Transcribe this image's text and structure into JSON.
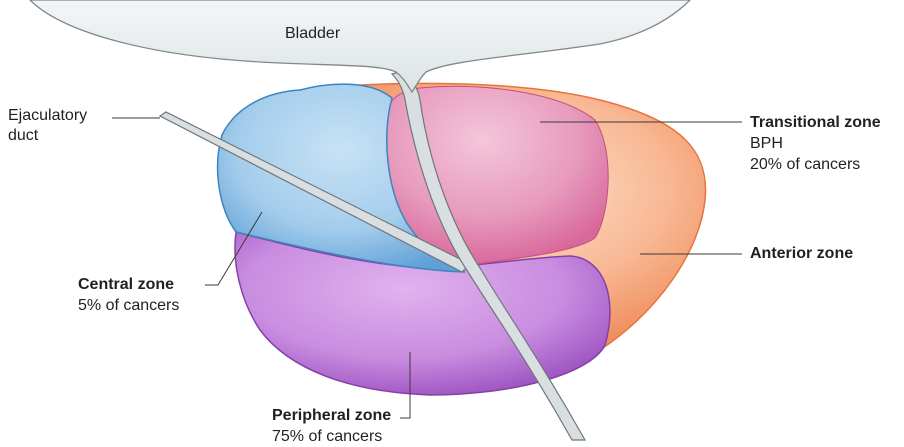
{
  "bladder": {
    "label": "Bladder"
  },
  "ejaculatory_duct": {
    "label_line1": "Ejaculatory",
    "label_line2": "duct"
  },
  "transitional_zone": {
    "title": "Transitional zone",
    "line1": "BPH",
    "line2": "20% of cancers"
  },
  "anterior_zone": {
    "title": "Anterior zone"
  },
  "central_zone": {
    "title": "Central zone",
    "line1": "5% of cancers"
  },
  "peripheral_zone": {
    "title": "Peripheral zone",
    "line1": "75% of cancers"
  },
  "colors": {
    "bladder_fill": "#e6ebec",
    "bladder_stroke": "#8a9396",
    "anterior_fill": "#f4a27a",
    "anterior_stroke": "#e8743c",
    "transitional_fill": "#ec9fc0",
    "central_fill": "#9ecbec",
    "central_stroke": "#3d84c0",
    "peripheral_fill": "#c586dc",
    "peripheral_stroke": "#8540a8",
    "duct_fill": "#d9dfe1",
    "leader_line": "#3a3a3a"
  }
}
